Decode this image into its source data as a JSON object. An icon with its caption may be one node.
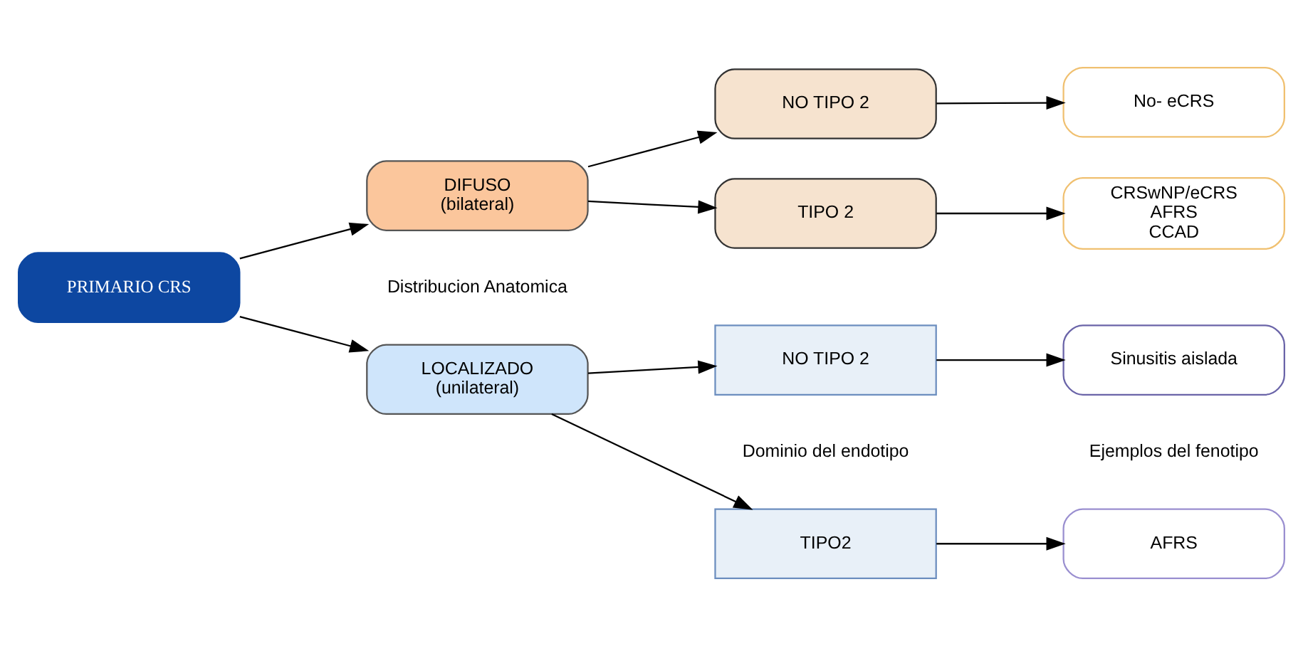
{
  "diagram": {
    "nodes": [
      {
        "text": [
          "PRIMARIO CRS"
        ]
      },
      {
        "text": [
          "LOCALIZADO",
          "(unilateral)"
        ]
      },
      {
        "text": [
          "DIFUSO",
          "(bilateral)"
        ]
      },
      {
        "text": [
          "TIPO2"
        ]
      },
      {
        "text": [
          "NO TIPO 2"
        ]
      },
      {
        "text": [
          "TIPO 2"
        ]
      },
      {
        "text": [
          "NO TIPO 2"
        ]
      },
      {
        "text": [
          "AFRS"
        ]
      },
      {
        "text": [
          "Sinusitis aislada"
        ]
      },
      {
        "text": [
          "CRSwNP/eCRS",
          "AFRS",
          "CCAD"
        ]
      },
      {
        "text": [
          "No- eCRS"
        ]
      }
    ],
    "edges": [
      {
        "from": 0,
        "to": 1,
        "arrow": "to"
      },
      {
        "from": 0,
        "to": 2,
        "arrow": "to"
      },
      {
        "from": 1,
        "to": 3,
        "arrow": "to"
      },
      {
        "from": 1,
        "to": 4,
        "arrow": "to"
      },
      {
        "from": 2,
        "to": 5,
        "arrow": "to"
      },
      {
        "from": 2,
        "to": 6,
        "arrow": "to"
      },
      {
        "from": 3,
        "to": 7,
        "arrow": "to"
      },
      {
        "from": 4,
        "to": 8,
        "arrow": "to"
      },
      {
        "from": 5,
        "to": 9,
        "arrow": "to"
      },
      {
        "from": 6,
        "to": 10,
        "arrow": "to"
      }
    ],
    "labels": [
      "Distribucion Anatomica",
      "Dominio del endotipo",
      "Ejemplos del fenotipo"
    ]
  }
}
